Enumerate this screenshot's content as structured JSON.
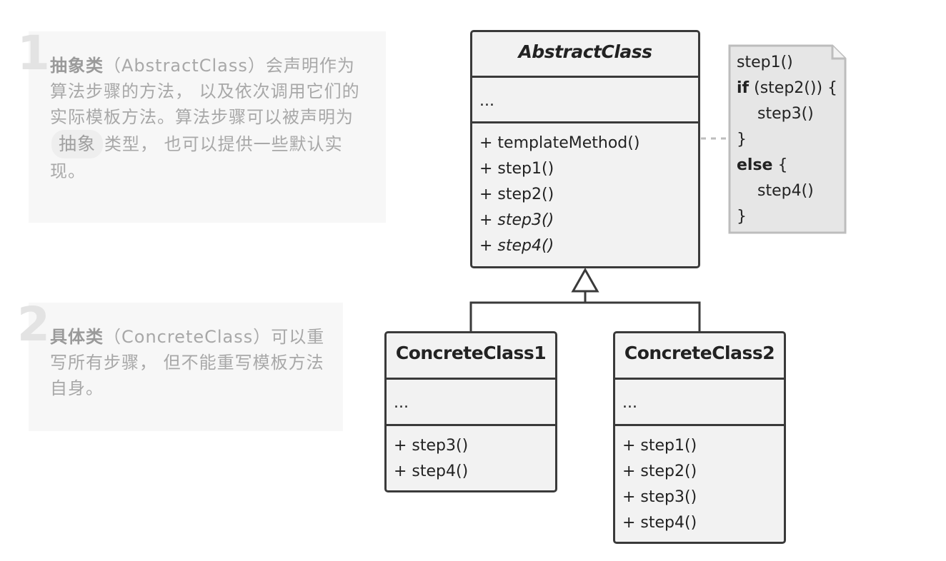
{
  "callouts": [
    {
      "number": "1",
      "term": "抽象类",
      "paren": "（AbstractClass）",
      "text_a": "会声明作为算法步骤的方法， 以及依次调用它们的实际模板方法。算法步骤可以被声明为",
      "chip": "抽象",
      "text_b": "类型， 也可以提供一些默认实现。"
    },
    {
      "number": "2",
      "term": "具体类",
      "paren": "（ConcreteClass）",
      "text_a": "可以重写所有步骤， 但不能重写模板方法自身。"
    }
  ],
  "abstract_class": {
    "name": "AbstractClass",
    "fields": "...",
    "methods": [
      {
        "text": "+ templateMethod()",
        "italic": false
      },
      {
        "text": "+ step1()",
        "italic": false
      },
      {
        "text": "+ step2()",
        "italic": false
      },
      {
        "text": "+ step3()",
        "italic": true
      },
      {
        "text": "+ step4()",
        "italic": true
      }
    ]
  },
  "concrete_class_1": {
    "name": "ConcreteClass1",
    "fields": "...",
    "methods": [
      "+ step3()",
      "+ step4()"
    ]
  },
  "concrete_class_2": {
    "name": "ConcreteClass2",
    "fields": "...",
    "methods": [
      "+ step1()",
      "+ step2()",
      "+ step3()",
      "+ step4()"
    ]
  },
  "note": {
    "line1": "step1()",
    "if_kw": "if",
    "if_rest": " (step2()) {",
    "line3": "step3()",
    "line4": "}",
    "else_kw": "else",
    "else_rest": " {",
    "line6": "step4()",
    "line7": "}"
  },
  "colors": {
    "box_fill": "#f2f2f2",
    "box_stroke": "#3a3a3a",
    "note_fill": "#e6e6e6",
    "note_stroke": "#bdbdbd",
    "callout_bg": "#f7f7f7",
    "callout_text": "#a8a8a8"
  }
}
